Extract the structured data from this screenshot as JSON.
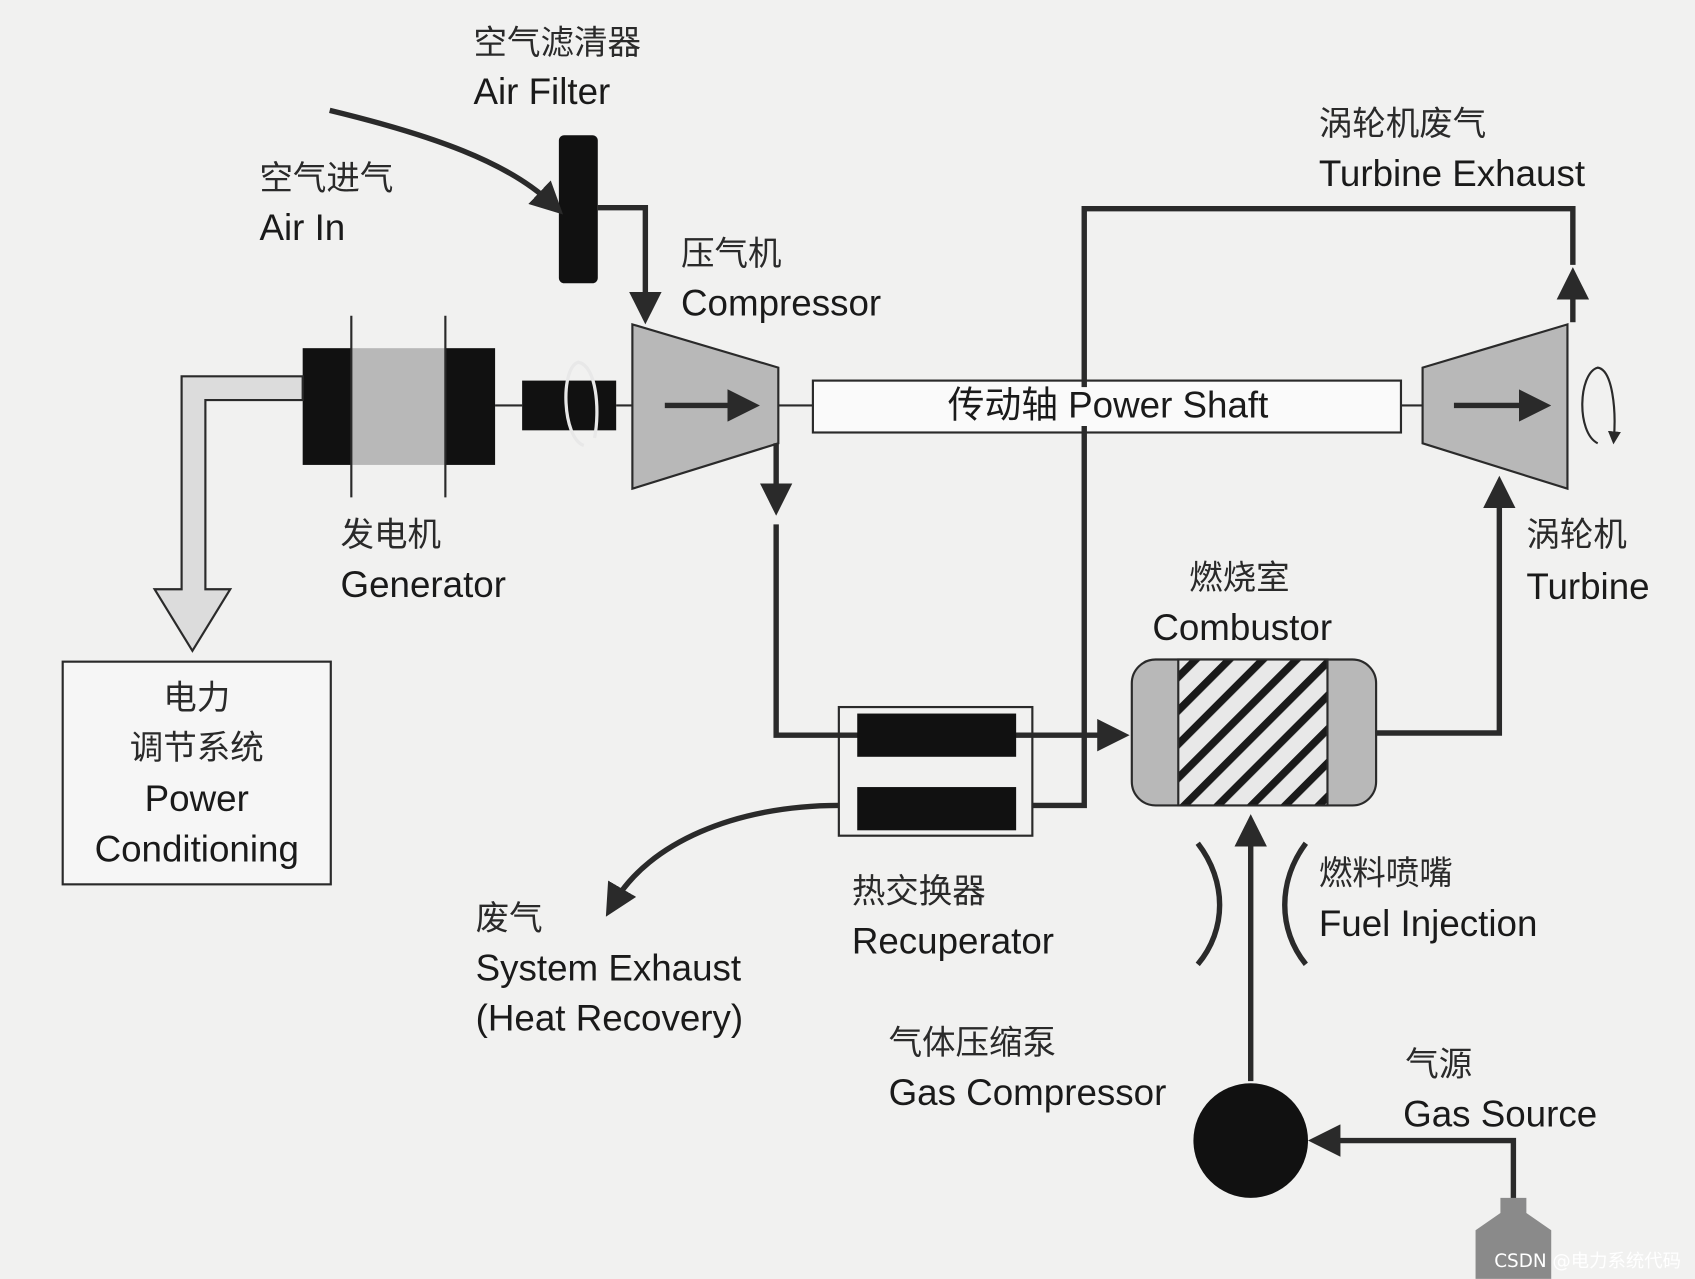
{
  "diagram": {
    "air_filter": {
      "cn": "空气滤清器",
      "en": "Air Filter"
    },
    "air_in": {
      "cn": "空气进气",
      "en": "Air In"
    },
    "compressor": {
      "cn": "压气机",
      "en": "Compressor"
    },
    "power_shaft": "传动轴 Power Shaft",
    "turbine_exhaust": {
      "cn": "涡轮机废气",
      "en": "Turbine Exhaust"
    },
    "generator": {
      "cn": "发电机",
      "en": "Generator"
    },
    "power_conditioning": {
      "cn1": "电力",
      "cn2": "调节系统",
      "en1": "Power",
      "en2": "Conditioning"
    },
    "combustor": {
      "cn": "燃烧室",
      "en": "Combustor"
    },
    "turbine": {
      "cn": "涡轮机",
      "en": "Turbine"
    },
    "recuperator": {
      "cn": "热交换器",
      "en": "Recuperator"
    },
    "system_exhaust": {
      "cn": "废气",
      "en1": "System Exhaust",
      "en2": "(Heat Recovery)"
    },
    "fuel_injection": {
      "cn": "燃料喷嘴",
      "en": "Fuel Injection"
    },
    "gas_compressor": {
      "cn": "气体压缩泵",
      "en": "Gas Compressor"
    },
    "gas_source": {
      "cn": "气源",
      "en": "Gas Source"
    },
    "watermark": "CSDN @电力系统代码"
  },
  "colors": {
    "line": "#2a2a2a",
    "component_gray": "#b8b8b8",
    "background": "#f1f1f0"
  }
}
